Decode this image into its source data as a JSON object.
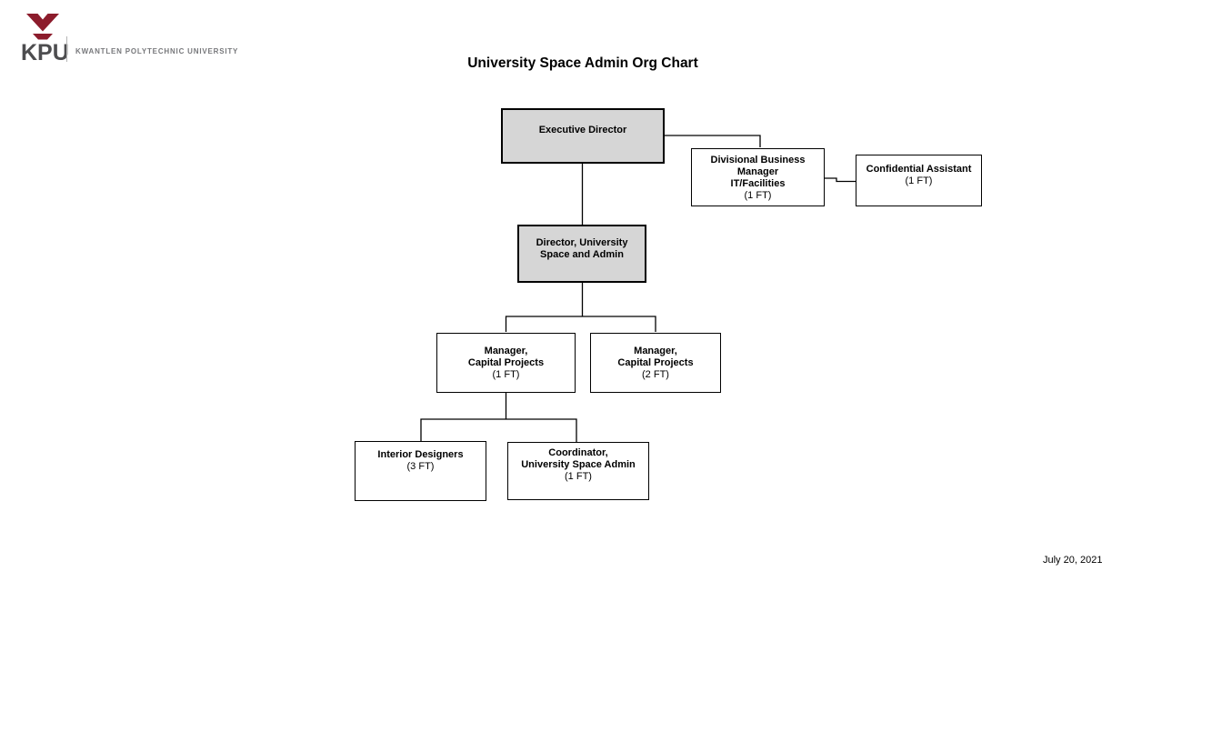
{
  "logo": {
    "acronym": "KPU",
    "university_name": "KWANTLEN POLYTECHNIC UNIVERSITY",
    "icon": "kpu-eagle-icon",
    "brand_color": "#8c1c2c",
    "text_color": "#4d4d4f"
  },
  "header": {
    "title": "University Space Admin Org Chart"
  },
  "footer": {
    "date": "July 20, 2021"
  },
  "colors": {
    "highlight_box_fill": "#d6d6d6",
    "box_fill": "#ffffff",
    "box_border": "#000000",
    "connector": "#000000"
  },
  "boxes": {
    "executive_director": {
      "title": "Executive Director"
    },
    "divisional_business_manager": {
      "title_line1": "Divisional Business",
      "title_line2": "Manager",
      "title_line3": "IT/Facilities",
      "count": "(1 FT)"
    },
    "confidential_assistant": {
      "title": "Confidential Assistant",
      "count": "(1 FT)"
    },
    "director_university_space": {
      "title_line1": "Director, University",
      "title_line2": "Space and Admin"
    },
    "manager_capital_projects_1": {
      "title_line1": "Manager,",
      "title_line2": "Capital Projects",
      "count": "(1 FT)"
    },
    "manager_capital_projects_2": {
      "title_line1": "Manager,",
      "title_line2": "Capital Projects",
      "count": "(2 FT)"
    },
    "interior_designers": {
      "title": "Interior Designers",
      "count": "(3 FT)"
    },
    "coordinator_university_space_admin": {
      "title_line1": "Coordinator,",
      "title_line2": "University Space Admin",
      "count": "(1 FT)"
    }
  }
}
